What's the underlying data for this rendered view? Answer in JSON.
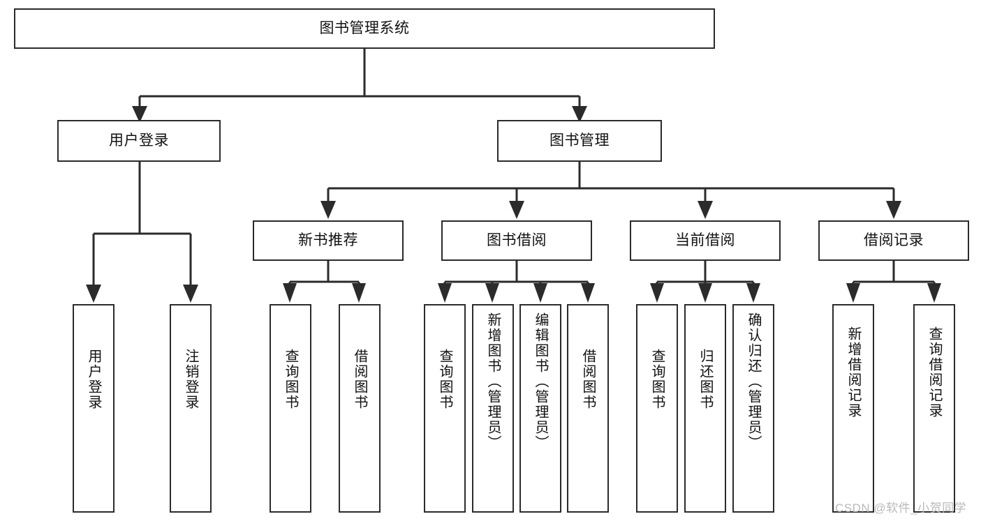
{
  "diagram": {
    "type": "tree-hierarchy",
    "title": "图书管理系统",
    "watermark": "CSDN @软件_小贺同学",
    "colors": {
      "stroke": "#2b2b2b",
      "fill": "#ffffff",
      "text": "#111111",
      "watermark": "#b9b9b9",
      "background": "#ffffff"
    },
    "levels": {
      "root": {
        "label": "图书管理系统"
      },
      "level1": [
        {
          "id": "user-login",
          "label": "用户登录"
        },
        {
          "id": "book-management",
          "label": "图书管理"
        }
      ],
      "level2": [
        {
          "id": "new-book-recommend",
          "label": "新书推荐"
        },
        {
          "id": "book-borrow",
          "label": "图书借阅"
        },
        {
          "id": "current-borrow",
          "label": "当前借阅"
        },
        {
          "id": "borrow-record",
          "label": "借阅记录"
        }
      ],
      "leaves": {
        "user-login": [
          {
            "id": "leaf-user-login",
            "label": "用户登录"
          },
          {
            "id": "leaf-logout-login",
            "label": "注销登录"
          }
        ],
        "new-book-recommend": [
          {
            "id": "leaf-query-book-1",
            "label": "查询图书"
          },
          {
            "id": "leaf-borrow-book-1",
            "label": "借阅图书"
          }
        ],
        "book-borrow": [
          {
            "id": "leaf-query-book-2",
            "label": "查询图书"
          },
          {
            "id": "leaf-add-book-admin",
            "label": "新增图书（管理员）"
          },
          {
            "id": "leaf-edit-book-admin",
            "label": "编辑图书（管理员）"
          },
          {
            "id": "leaf-borrow-book-2",
            "label": "借阅图书"
          }
        ],
        "current-borrow": [
          {
            "id": "leaf-query-book-3",
            "label": "查询图书"
          },
          {
            "id": "leaf-return-book",
            "label": "归还图书"
          },
          {
            "id": "leaf-confirm-return-admin",
            "label": "确认归还（管理员）"
          }
        ],
        "borrow-record": [
          {
            "id": "leaf-add-borrow-record",
            "label": "新增借阅记录"
          },
          {
            "id": "leaf-query-borrow-record",
            "label": "查询借阅记录"
          }
        ]
      }
    }
  }
}
